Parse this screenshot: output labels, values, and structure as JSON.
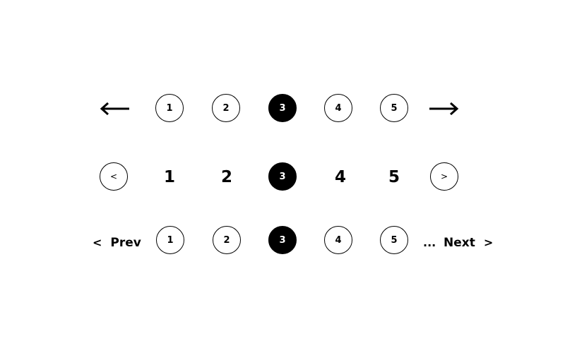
{
  "colors": {
    "foreground": "#000000",
    "background": "#ffffff"
  },
  "row1": {
    "prev_icon": "arrow-left-icon",
    "next_icon": "arrow-right-icon",
    "pages": [
      "1",
      "2",
      "3",
      "4",
      "5"
    ],
    "active": "3"
  },
  "row2": {
    "prev_label": "<",
    "next_label": ">",
    "pages": [
      "1",
      "2",
      "3",
      "4",
      "5"
    ],
    "active": "3"
  },
  "row3": {
    "prev_chevron": "<",
    "prev_label": "Prev",
    "pages": [
      "1",
      "2",
      "3",
      "4",
      "5"
    ],
    "active": "3",
    "ellipsis": "...",
    "next_label": "Next",
    "next_chevron": ">"
  }
}
